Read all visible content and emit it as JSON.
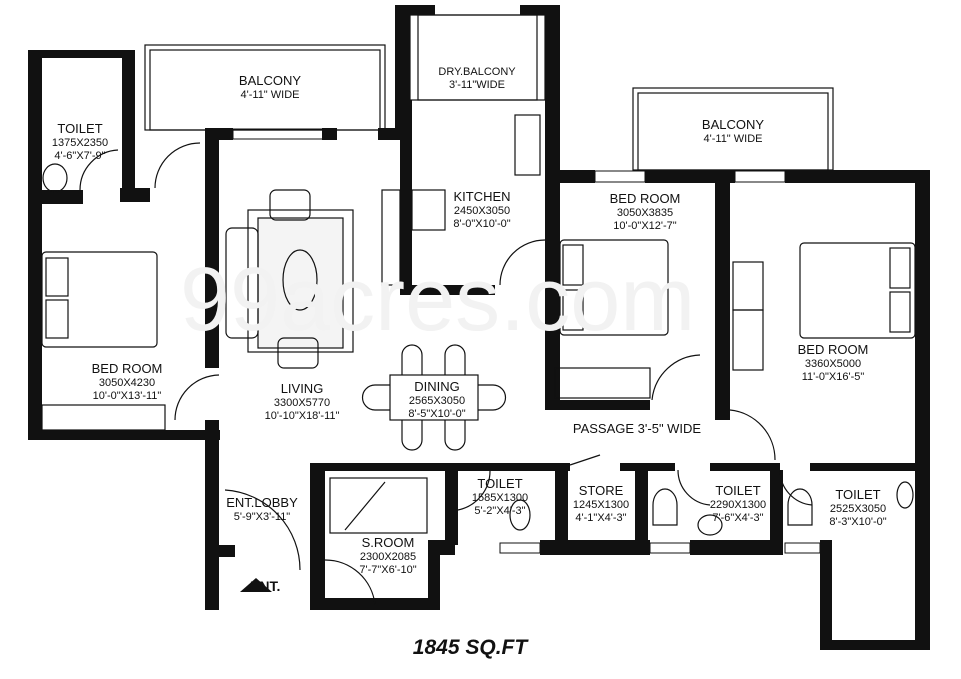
{
  "plan": {
    "total_area": "1845 SQ.FT",
    "entrance_label": "ENT.",
    "watermark": "99acres.com",
    "rooms": {
      "balcony_left": {
        "name": "BALCONY",
        "dims": "4'-11\"  WIDE"
      },
      "dry_balcony": {
        "name": "DRY.BALCONY",
        "dims": "3'-11\"WIDE"
      },
      "balcony_right": {
        "name": "BALCONY",
        "dims": "4'-11\"  WIDE"
      },
      "toilet_left": {
        "name": "TOILET",
        "mm": "1375X2350",
        "ft": "4'-6\"X7'-9\""
      },
      "bedroom_left": {
        "name": "BED ROOM",
        "mm": "3050X4230",
        "ft": "10'-0\"X13'-11\""
      },
      "living": {
        "name": "LIVING",
        "mm": "3300X5770",
        "ft": "10'-10\"X18'-11\""
      },
      "kitchen": {
        "name": "KITCHEN",
        "mm": "2450X3050",
        "ft": "8'-0\"X10'-0\""
      },
      "dining": {
        "name": "DINING",
        "mm": "2565X3050",
        "ft": "8'-5\"X10'-0\""
      },
      "bedroom_middle": {
        "name": "BED ROOM",
        "mm": "3050X3835",
        "ft": "10'-0\"X12'-7\""
      },
      "bedroom_right": {
        "name": "BED ROOM",
        "mm": "3360X5000",
        "ft": "11'-0\"X16'-5\""
      },
      "passage": {
        "name": "PASSAGE 3'-5\" WIDE"
      },
      "ent_lobby": {
        "name": "ENT.LOBBY",
        "ft": "5'-9\"X3'-11\""
      },
      "s_room": {
        "name": "S.ROOM",
        "mm": "2300X2085",
        "ft": "7'-7\"X6'-10\""
      },
      "toilet_1": {
        "name": "TOILET",
        "mm": "1585X1300",
        "ft": "5'-2\"X4'-3\""
      },
      "store": {
        "name": "STORE",
        "mm": "1245X1300",
        "ft": "4'-1\"X4'-3\""
      },
      "toilet_2": {
        "name": "TOILET",
        "mm": "2290X1300",
        "ft": "7'-6\"X4'-3\""
      },
      "toilet_3": {
        "name": "TOILET",
        "mm": "2525X3050",
        "ft": "8'-3\"X10'-0\""
      }
    }
  }
}
